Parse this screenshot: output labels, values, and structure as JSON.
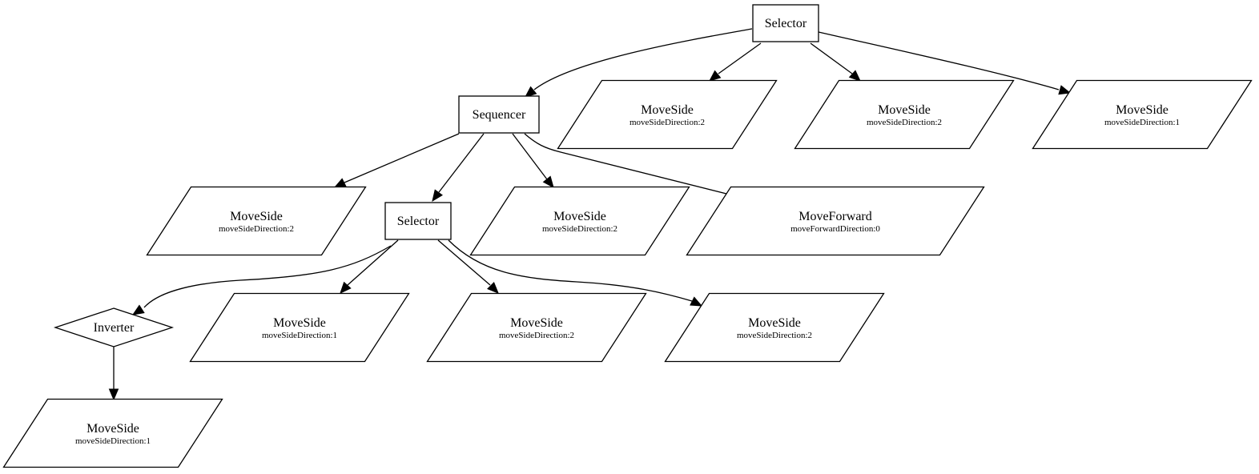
{
  "diagram": {
    "type": "behavior-tree",
    "nodes": [
      {
        "id": "n_root_selector",
        "name": "selector-node-root",
        "shape": "rect",
        "label": "Selector"
      },
      {
        "id": "n_sequencer",
        "name": "sequencer-node",
        "shape": "rect",
        "label": "Sequencer"
      },
      {
        "id": "n_root_ms1",
        "name": "moveside-node",
        "shape": "parallelogram",
        "label": "MoveSide",
        "sublabel": "moveSideDirection:2"
      },
      {
        "id": "n_root_ms2",
        "name": "moveside-node",
        "shape": "parallelogram",
        "label": "MoveSide",
        "sublabel": "moveSideDirection:2"
      },
      {
        "id": "n_root_ms3",
        "name": "moveside-node",
        "shape": "parallelogram",
        "label": "MoveSide",
        "sublabel": "moveSideDirection:1"
      },
      {
        "id": "n_seq_ms1",
        "name": "moveside-node",
        "shape": "parallelogram",
        "label": "MoveSide",
        "sublabel": "moveSideDirection:2"
      },
      {
        "id": "n_sub_selector",
        "name": "selector-node-sub",
        "shape": "rect",
        "label": "Selector"
      },
      {
        "id": "n_seq_ms2",
        "name": "moveside-node",
        "shape": "parallelogram",
        "label": "MoveSide",
        "sublabel": "moveSideDirection:2"
      },
      {
        "id": "n_moveforward",
        "name": "moveforward-node",
        "shape": "parallelogram",
        "label": "MoveForward",
        "sublabel": "moveForwardDirection:0"
      },
      {
        "id": "n_inverter",
        "name": "inverter-node",
        "shape": "diamond",
        "label": "Inverter"
      },
      {
        "id": "n_sel_ms1",
        "name": "moveside-node",
        "shape": "parallelogram",
        "label": "MoveSide",
        "sublabel": "moveSideDirection:1"
      },
      {
        "id": "n_sel_ms2",
        "name": "moveside-node",
        "shape": "parallelogram",
        "label": "MoveSide",
        "sublabel": "moveSideDirection:2"
      },
      {
        "id": "n_sel_ms3",
        "name": "moveside-node",
        "shape": "parallelogram",
        "label": "MoveSide",
        "sublabel": "moveSideDirection:2"
      },
      {
        "id": "n_inv_ms",
        "name": "moveside-node",
        "shape": "parallelogram",
        "label": "MoveSide",
        "sublabel": "moveSideDirection:1"
      }
    ],
    "edges": [
      {
        "from": "n_root_selector",
        "to": "n_sequencer"
      },
      {
        "from": "n_root_selector",
        "to": "n_root_ms1"
      },
      {
        "from": "n_root_selector",
        "to": "n_root_ms2"
      },
      {
        "from": "n_root_selector",
        "to": "n_root_ms3"
      },
      {
        "from": "n_sequencer",
        "to": "n_seq_ms1"
      },
      {
        "from": "n_sequencer",
        "to": "n_sub_selector"
      },
      {
        "from": "n_sequencer",
        "to": "n_seq_ms2"
      },
      {
        "from": "n_sequencer",
        "to": "n_moveforward"
      },
      {
        "from": "n_sub_selector",
        "to": "n_inverter"
      },
      {
        "from": "n_sub_selector",
        "to": "n_sel_ms1"
      },
      {
        "from": "n_sub_selector",
        "to": "n_sel_ms2"
      },
      {
        "from": "n_sub_selector",
        "to": "n_sel_ms3"
      },
      {
        "from": "n_inverter",
        "to": "n_inv_ms"
      }
    ]
  }
}
